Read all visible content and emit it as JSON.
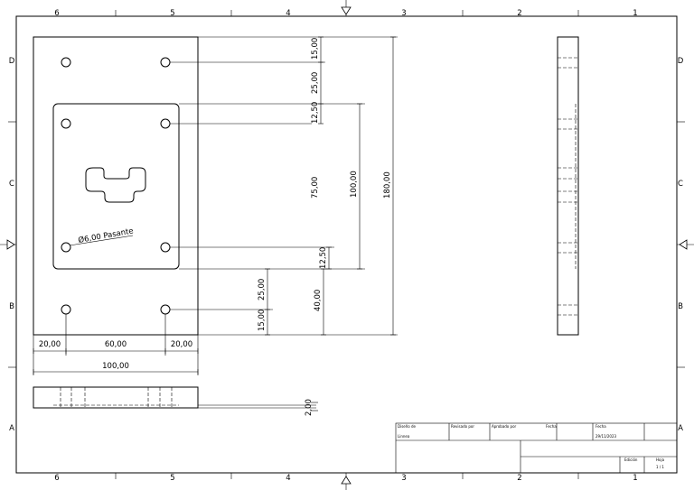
{
  "zones": {
    "columns": [
      "6",
      "5",
      "4",
      "3",
      "2",
      "1"
    ],
    "rows": [
      "D",
      "C",
      "B",
      "A"
    ]
  },
  "dimensions": {
    "d15_top": "15,00",
    "d25_top": "25,00",
    "d12_5_top": "12,50",
    "d75": "75,00",
    "d100_v": "100,00",
    "d180": "180,00",
    "d12_5_bot": "12,50",
    "d25_bot": "25,00",
    "d40": "40,00",
    "d15_bot": "15,00",
    "d20_left": "20,00",
    "d60": "60,00",
    "d20_right": "20,00",
    "d100_h": "100,00",
    "d2": "2,00"
  },
  "hole_note": "Ø6,00 Pasante",
  "title_block": {
    "disenado_por": "Diseño de",
    "revisado_por": "Revisado por",
    "aprobado_por": "Aprobado por",
    "fecha_label_1": "Fecha",
    "fecha_label_2": "Fecha",
    "designer": "Linnea",
    "date": "29/11/2023",
    "edicion": "Edición",
    "hoja": "Hoja",
    "hoja_value": "1 / 1"
  }
}
